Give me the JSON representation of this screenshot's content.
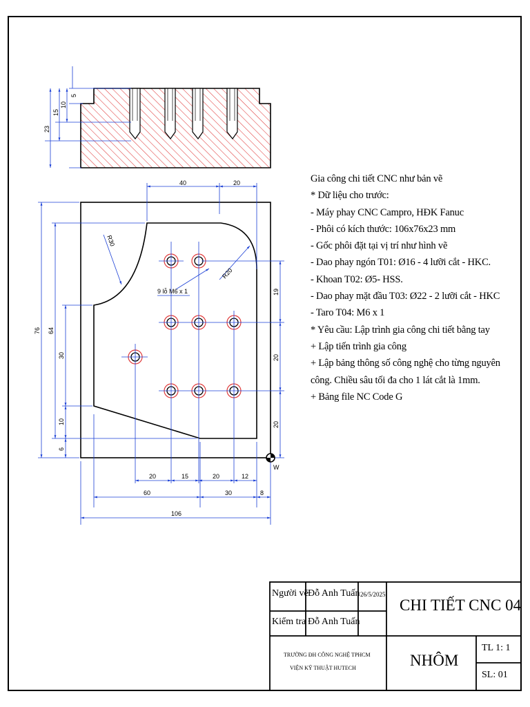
{
  "drawing": {
    "callouts": {
      "holes": "9 lỗ M6 x 1",
      "r30": "R30",
      "r20": "R20",
      "origin": "W"
    },
    "section_dims": [
      "5",
      "10",
      "15",
      "23"
    ],
    "top_dims": [
      "40",
      "20"
    ],
    "left_dims": [
      "76",
      "64",
      "30",
      "10",
      "6"
    ],
    "right_dims": [
      "19",
      "20",
      "20"
    ],
    "bottom_dims_row1": [
      "20",
      "15",
      "20",
      "12"
    ],
    "bottom_dims_row2": [
      "60",
      "30",
      "8"
    ],
    "bottom_dims_row3": [
      "106"
    ]
  },
  "notes": {
    "lines": [
      "Gia công chi tiết CNC như bản vẽ",
      "* Dữ liệu cho trước:",
      "- Máy phay CNC Campro, HĐK Fanuc",
      "- Phôi có kích thước: 106x76x23 mm",
      "- Gốc phôi đặt tại vị trí như hình vẽ",
      "- Dao phay ngón T01: Ø16 - 4 lưỡi cắt - HKC.",
      "- Khoan T02: Ø5- HSS.",
      "- Dao phay mặt đầu T03: Ø22 - 2 lưỡi cắt - HKC",
      "- Taro T04: M6 x 1",
      "* Yêu cầu: Lập trình gia công chi tiết bằng tay",
      "+ Lập tiến trình gia công",
      "+ Lập bảng thông số công nghệ cho từng nguyên",
      "công. Chiều sâu tối đa cho 1 lát cắt là 1mm.",
      "+ Bảng file NC Code G"
    ]
  },
  "title_block": {
    "drawn_by_label": "Người vẽ",
    "drawn_by_name": "Đỗ Anh Tuấn",
    "date": "26/5/2025",
    "checked_by_label": "Kiểm tra",
    "checked_by_name": "Đỗ Anh Tuấn",
    "title": "CHI TIẾT CNC 04",
    "school_line1": "TRƯỜNG ĐH CÔNG NGHỆ TPHCM",
    "school_line2": "VIỆN KỸ THUẬT HUTECH",
    "material": "NHÔM",
    "scale": "TL 1: 1",
    "quantity": "SL: 01"
  }
}
